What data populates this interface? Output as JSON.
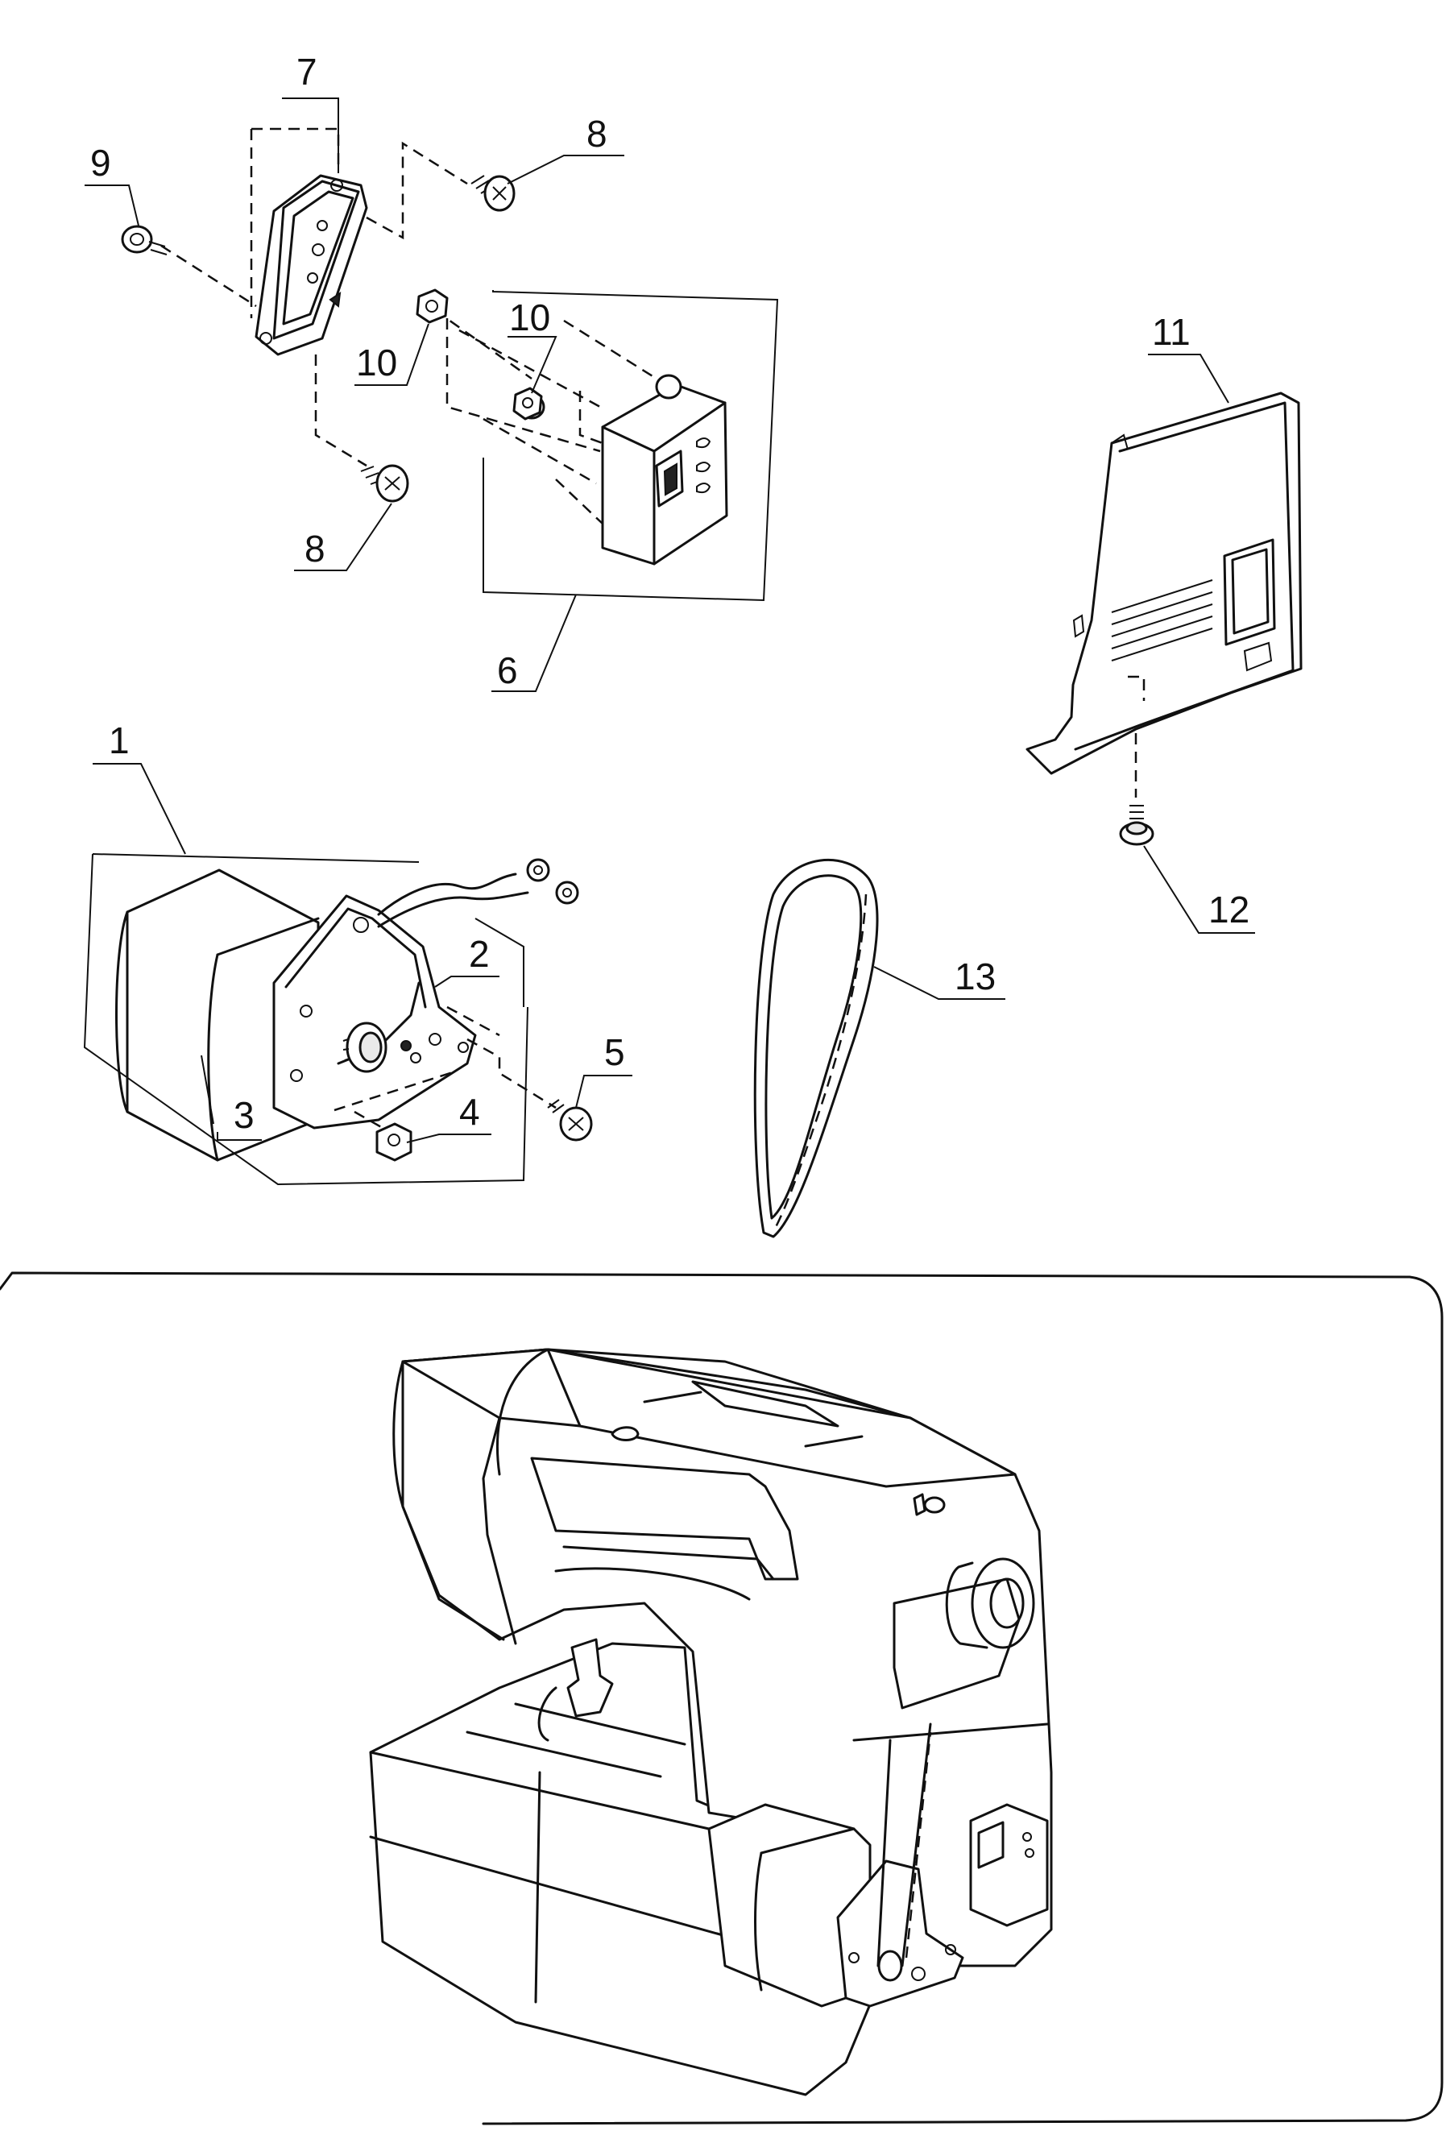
{
  "callouts": {
    "c1": "1",
    "c2": "2",
    "c3": "3",
    "c4": "4",
    "c5": "5",
    "c6": "6",
    "c7": "7",
    "c8a": "8",
    "c8b": "8",
    "c9": "9",
    "c10a": "10",
    "c10b": "10",
    "c11": "11",
    "c12": "12",
    "c13": "13"
  }
}
